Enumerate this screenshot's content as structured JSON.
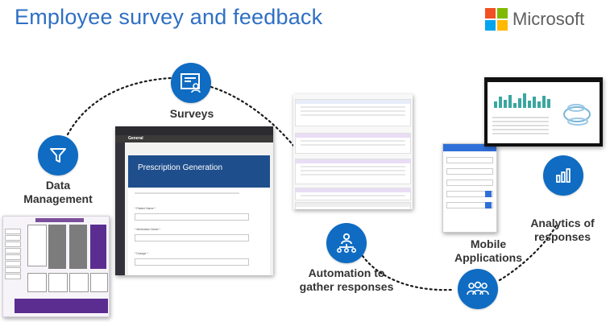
{
  "header": {
    "title": "Employee survey and feedback",
    "brand": "Microsoft"
  },
  "colors": {
    "accent": "#0f6cc2",
    "title": "#2e6fc4",
    "ms_red": "#f25022",
    "ms_green": "#7fba00",
    "ms_blue": "#00a4ef",
    "ms_yellow": "#ffb900",
    "purple": "#5c2d91"
  },
  "nodes": {
    "surveys": {
      "label": "Surveys",
      "icon": "survey-form-icon"
    },
    "data_management": {
      "label": "Data Management",
      "icon": "funnel-icon"
    },
    "automation": {
      "label": "Automation to gather responses",
      "icon": "flow-icon"
    },
    "mobile": {
      "label": "Mobile Applications"
    },
    "respondents": {
      "icon": "people-icon"
    },
    "analytics": {
      "label": "Analytics of responses",
      "icon": "bar-chart-icon"
    }
  },
  "teams_form": {
    "channel": "General",
    "form_title": "Prescription Generation",
    "fields": [
      "* Patient Name *",
      "* Medication Name *",
      "* Dosage *"
    ]
  }
}
